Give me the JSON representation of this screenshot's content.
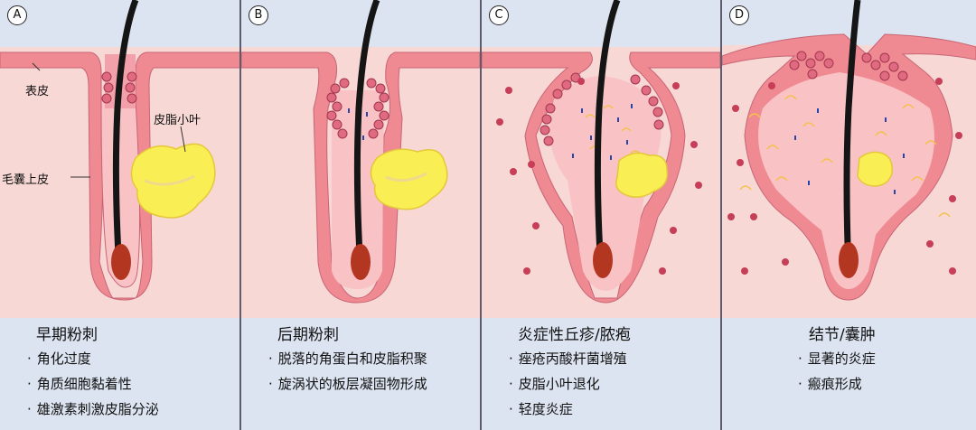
{
  "panels": [
    {
      "letter": "A",
      "title": "早期粉刺",
      "items": [
        "角化过度",
        "角质细胞黏着性",
        "雄激素刺激皮脂分泌"
      ],
      "labels": {
        "epidermis": "表皮",
        "sebaceous_lobule": "皮脂小叶",
        "follicular_epithelium": "毛囊上皮"
      }
    },
    {
      "letter": "B",
      "title": "后期粉刺",
      "items": [
        "脱落的角蛋白和皮脂积聚",
        "旋涡状的板层凝固物形成"
      ]
    },
    {
      "letter": "C",
      "title": "炎症性丘疹/脓疱",
      "items": [
        "痤疮丙酸杆菌增殖",
        "皮脂小叶退化",
        "轻度炎症"
      ]
    },
    {
      "letter": "D",
      "title": "结节/囊肿",
      "items": [
        "显著的炎症",
        "瘢痕形成"
      ]
    }
  ],
  "colors": {
    "background_blue": "#dde4f1",
    "skin_pink": "#f7d8d4",
    "epidermis_pink": "#ef8a92",
    "hair": "#151515",
    "sebum_yellow": "#f9ef55",
    "bacteria_blue": "#2745a8",
    "inflammatory_cells": "#c63e58"
  }
}
